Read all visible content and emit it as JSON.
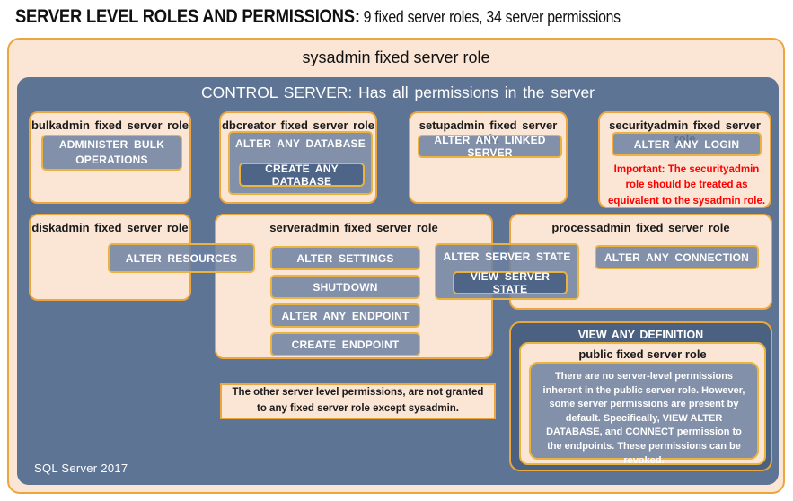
{
  "header": {
    "title_bold": "SERVER LEVEL ROLES AND PERMISSIONS:",
    "title_rest": " 9 fixed server roles, 34 server permissions"
  },
  "sysadmin_label": "sysadmin fixed server role",
  "control_label": "CONTROL SERVER: Has all permissions in the server",
  "footer": "SQL Server 2017",
  "roles": {
    "bulkadmin": {
      "label": "bulkadmin fixed server role",
      "perm": "ADMINISTER BULK OPERATIONS"
    },
    "dbcreator": {
      "label": "dbcreator fixed server role",
      "perm_outer": "ALTER ANY DATABASE",
      "perm_inner": "CREATE ANY DATABASE"
    },
    "setupadmin": {
      "label": "setupadmin fixed server role",
      "perm": "ALTER ANY LINKED SERVER"
    },
    "securityadmin": {
      "label": "securityadmin fixed server role",
      "perm": "ALTER ANY LOGIN",
      "warning": "Important: The securityadmin role should be treated as equivalent to the sysadmin role."
    },
    "diskadmin": {
      "label": "diskadmin fixed server role",
      "perm": "ALTER RESOURCES"
    },
    "serveradmin": {
      "label": "serveradmin fixed server role",
      "perms": [
        "ALTER SETTINGS",
        "SHUTDOWN",
        "ALTER ANY ENDPOINT",
        "CREATE ENDPOINT"
      ],
      "shared_perm_outer": "ALTER SERVER STATE",
      "shared_perm_inner": "VIEW SERVER STATE"
    },
    "processadmin": {
      "label": "processadmin fixed server role",
      "perm": "ALTER ANY CONNECTION"
    },
    "public": {
      "header": "VIEW ANY DEFINITION",
      "label": "public fixed server role",
      "note": "There are no server-level permissions inherent in the public server role. However, some server permissions are present by default. Specifically, VIEW ALTER DATABASE, and CONNECT permission to the endpoints. These permissions can be revoked."
    }
  },
  "note": "The other server level permissions, are not granted to any fixed server role except sysadmin.",
  "colors": {
    "peach": "#FBE5D5",
    "gold": "#EDA63D",
    "gold2": "#EAB23E",
    "control-bg": "#5E7494",
    "perm-rgba": "rgba(108,129,162,0.85)",
    "perm-dark": "#4F6588",
    "viewdef-bg": "#4B6182",
    "red": "#FF0000"
  }
}
